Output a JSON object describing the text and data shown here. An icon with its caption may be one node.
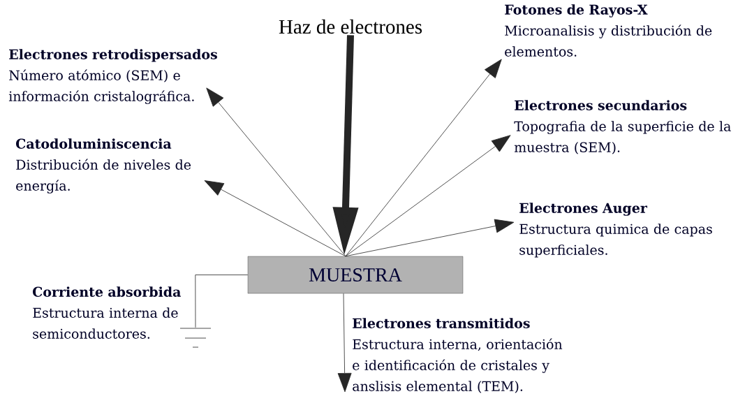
{
  "diagram": {
    "nodes": [
      {
        "text": [
          "MUESTRA"
        ]
      },
      {
        "text": [
          "Haz de electrones"
        ]
      },
      {
        "text": [
          "Electrones retrodispersados",
          "Número atómico (SEM) e información cristalográfica."
        ]
      },
      {
        "text": [
          "Catodoluminiscencia",
          "Distribución de niveles de energía."
        ]
      },
      {
        "text": [
          "Fotones de Rayos-X",
          "Microanalisis y distribución de elementos."
        ]
      },
      {
        "text": [
          "Electrones secundarios",
          "Topografia de la superficie de la muestra (SEM)."
        ]
      },
      {
        "text": [
          "Electrones Auger",
          "Estructura quimica de capas superficiales."
        ]
      },
      {
        "text": [
          "Corriente absorbida",
          "Estructura interna de semiconductores."
        ]
      },
      {
        "text": [],
        "shape": "ground"
      },
      {
        "text": [
          "Electrones transmitidos",
          "Estructura interna, orientación e identificación de cristales y anslisis elemental (TEM)."
        ]
      }
    ],
    "edges": [
      {
        "from": 1,
        "to": 0,
        "arrow": "to",
        "style": "thick"
      },
      {
        "from": 0,
        "to": 2,
        "arrow": "to"
      },
      {
        "from": 0,
        "to": 3,
        "arrow": "to"
      },
      {
        "from": 0,
        "to": 4,
        "arrow": "to"
      },
      {
        "from": 0,
        "to": 5,
        "arrow": "to"
      },
      {
        "from": 0,
        "to": 6,
        "arrow": "to"
      },
      {
        "from": 0,
        "to": 8,
        "arrow": "none"
      },
      {
        "from": 0,
        "to": 9,
        "arrow": "to"
      }
    ]
  }
}
